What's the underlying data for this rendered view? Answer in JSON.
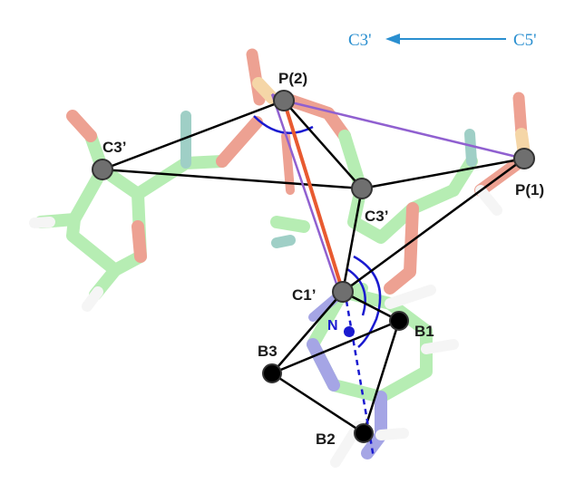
{
  "direction": {
    "from_label": "C3'",
    "to_label": "C5'",
    "color": "#2a8fd0"
  },
  "atoms": {
    "p2": "P(2)",
    "p1": "P(1)",
    "c3_left": "C3’",
    "c3_center": "C3’",
    "c1": "C1’",
    "n": "N",
    "b1": "B1",
    "b2": "B2",
    "b3": "B3"
  },
  "colors": {
    "backbone_stick": "#9ee89a",
    "oxygen": "#e8826e",
    "phosphorus": "#f2c98a",
    "nitrogen": "#8888dd",
    "hydrogen": "#f2f2f2",
    "cyan_h": "#7fbfb3",
    "pseudo_bond": "#000000",
    "purple_line": "#9060d0",
    "orange_line": "#e85a30",
    "angle_arc": "#1a1ad0",
    "atom_gray": "#6f6f6f",
    "atom_black": "#000000"
  }
}
